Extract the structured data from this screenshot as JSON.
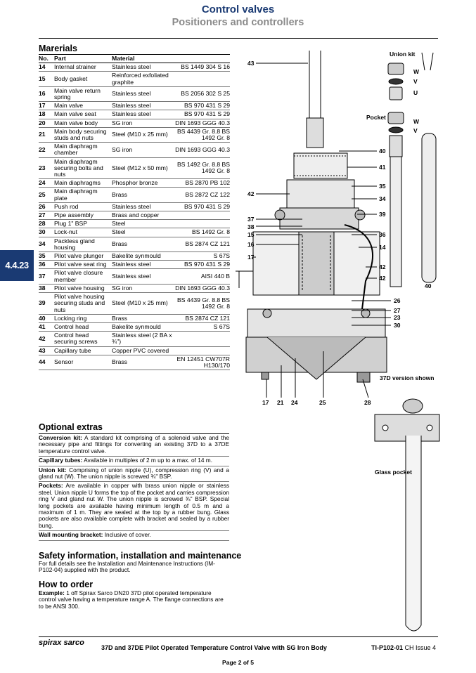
{
  "header": {
    "title": "Control valves",
    "subtitle": "Positioners and controllers"
  },
  "side_tab": "4.4.23",
  "materials": {
    "heading": "Marerials",
    "columns": [
      "No.",
      "Part",
      "Material"
    ],
    "rows": [
      {
        "no": "14",
        "part": "Internal strainer",
        "material": "Stainless steel",
        "spec": "BS 1449 304 S 16"
      },
      {
        "no": "15",
        "part": "Body gasket",
        "material": "Reinforced exfoliated graphite",
        "spec": ""
      },
      {
        "no": "16",
        "part": "Main valve return spring",
        "material": "Stainless steel",
        "spec": "BS 2056 302 S 25"
      },
      {
        "no": "17",
        "part": "Main valve",
        "material": "Stainless steel",
        "spec": "BS 970 431 S 29"
      },
      {
        "no": "18",
        "part": "Main valve seat",
        "material": "Stainless steel",
        "spec": "BS 970 431 S 29"
      },
      {
        "no": "20",
        "part": "Main valve body",
        "material": "SG iron",
        "spec": "DIN 1693 GGG 40.3"
      },
      {
        "no": "21",
        "part": "Main body securing studs and nuts",
        "material": "Steel (M10 x 25 mm)",
        "spec": "BS 4439 Gr. 8.8 BS 1492 Gr. 8"
      },
      {
        "no": "22",
        "part": "Main diaphragm chamber",
        "material": "SG iron",
        "spec": "DIN 1693 GGG 40.3"
      },
      {
        "no": "23",
        "part": "Main diaphragm securing bolts and nuts",
        "material": "Steel (M12 x 50 mm)",
        "spec": "BS 1492 Gr. 8.8 BS 1492 Gr. 8"
      },
      {
        "no": "24",
        "part": "Main diaphragms",
        "material": "Phosphor bronze",
        "spec": "BS 2870 PB 102"
      },
      {
        "no": "25",
        "part": "Main diaphragm plate",
        "material": "Brass",
        "spec": "BS 2872 CZ 122"
      },
      {
        "no": "26",
        "part": "Push rod",
        "material": "Stainless steel",
        "spec": "BS 970 431 S 29"
      },
      {
        "no": "27",
        "part": "Pipe assembly",
        "material": "Brass and copper",
        "spec": ""
      },
      {
        "no": "28",
        "part": "Plug 1\" BSP",
        "material": "Steel",
        "spec": ""
      },
      {
        "no": "30",
        "part": "Lock-nut",
        "material": "Steel",
        "spec": "BS 1492 Gr. 8"
      },
      {
        "no": "34",
        "part": "Packless gland housing",
        "material": "Brass",
        "spec": "BS 2874 CZ 121"
      },
      {
        "no": "35",
        "part": "Pilot valve plunger",
        "material": "Bakelite synmould",
        "spec": "S 67S"
      },
      {
        "no": "36",
        "part": "Pilot valve seat ring",
        "material": "Stainless steel",
        "spec": "BS 970 431 S 29"
      },
      {
        "no": "37",
        "part": "Pilot valve closure member",
        "material": "Stainless steel",
        "spec": "AISI 440 B"
      },
      {
        "no": "38",
        "part": "Pilot valve housing",
        "material": "SG iron",
        "spec": "DIN 1693 GGG 40.3"
      },
      {
        "no": "39",
        "part": "Pilot valve housing securing studs and nuts",
        "material": "Steel (M10 x 25 mm)",
        "spec": "BS 4439 Gr. 8.8 BS 1492 Gr. 8"
      },
      {
        "no": "40",
        "part": "Locking ring",
        "material": "Brass",
        "spec": "BS 2874 CZ 121"
      },
      {
        "no": "41",
        "part": "Control head",
        "material": "Bakelite synmould",
        "spec": "S 67S"
      },
      {
        "no": "42",
        "part": "Control head securing screws",
        "material": "Stainless steel (2 BA x ¾\")",
        "spec": ""
      },
      {
        "no": "43",
        "part": "Capillary tube",
        "material": "Copper PVC covered",
        "spec": ""
      },
      {
        "no": "44",
        "part": "Sensor",
        "material": "Brass",
        "spec": "EN 12451 CW707R H130/170"
      }
    ]
  },
  "extras": {
    "heading": "Optional extras",
    "items": [
      {
        "term": "Conversion kit:",
        "text": " A standard kit comprising of a solenoid valve and the necessary pipe and fittings for converting an existing 37D to a 37DE temperature control valve."
      },
      {
        "term": "Capillary tubes:",
        "text": " Available in multiples of 2 m up to a max. of 14 m."
      },
      {
        "term": "Union kit:",
        "text": " Comprising of union nipple (U), compression ring (V) and a gland nut (W). The union nipple is screwed ¾\" BSP."
      },
      {
        "term": "Pockets:",
        "text": " Are available in copper with brass union nipple or stainless steel. Union nipple U forms the top of the pocket and carries compression ring V and gland nut W. The union nipple is screwed ¾\" BSP. Special long pockets are available having minimum length of 0.5 m and a maximum of 1 m. They are sealed at the top by a rubber bung. Glass pockets are also available complete with bracket and sealed by a rubber bung."
      },
      {
        "term": "Wall mounting bracket:",
        "text": " Inclusive of cover."
      }
    ]
  },
  "safety": {
    "heading": "Safety information, installation and maintenance",
    "text": "For full details see the Installation and Maintenance Instructions (IM-P102-04) supplied with the product."
  },
  "order": {
    "heading": "How to order",
    "term": "Example:",
    "text": " 1 off Spirax Sarco DN20 37D pilot operated temperature control valve having a temperature range A. The flange connections are to be ANSI 300."
  },
  "diagram": {
    "union_kit": "Union kit",
    "pocket": "Pocket",
    "version": "37D version shown",
    "glass_pocket": "Glass pocket",
    "letters": {
      "w": "W",
      "v": "V",
      "u": "U"
    },
    "callouts": {
      "c43": "43",
      "c42": "42",
      "c37": "37",
      "c38": "38",
      "c15": "15",
      "c16": "16",
      "c17": "17",
      "c40": "40",
      "c41": "41",
      "c35": "35",
      "c34": "34",
      "c39": "39",
      "c36": "36",
      "c14": "14",
      "c42b": "42",
      "c42c": "42",
      "c40b": "40",
      "c26": "26",
      "c27": "27",
      "c23": "23",
      "c30": "30",
      "b17": "17",
      "b21": "21",
      "b24": "24",
      "b25": "25",
      "b28": "28"
    }
  },
  "footer": {
    "logo": "spirax sarco",
    "title": "37D and 37DE Pilot Operated Temperature Control Valve with SG Iron Body",
    "ref": "TI-P102-01",
    "issue": " CH Issue 4",
    "page": "Page 2 of 5"
  }
}
